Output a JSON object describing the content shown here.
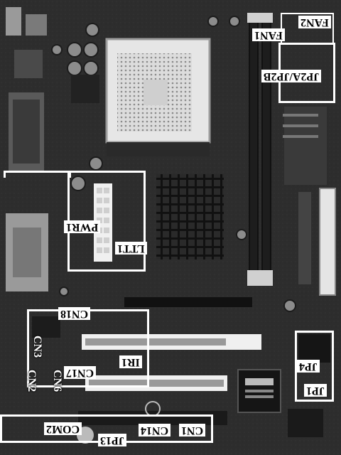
{
  "labels": {
    "fan2": "FAN2",
    "fan1": "FAN1",
    "jp2": "JP2A/JP2B",
    "pwr": "PWR1",
    "lt": "LTT1",
    "cn18": "CN18",
    "cn3": "CN3",
    "ir1": "IR1",
    "cn17": "CN17",
    "cn2": "CN2",
    "cn6": "CN6",
    "jp4": "JP4",
    "jp1": "JP1",
    "com2": "COM2",
    "jp13": "JP13",
    "cn14": "CN14",
    "cn1": "CN1"
  },
  "colors": {
    "pcb": "#2b2b2b",
    "annotation": "#ffffff"
  }
}
